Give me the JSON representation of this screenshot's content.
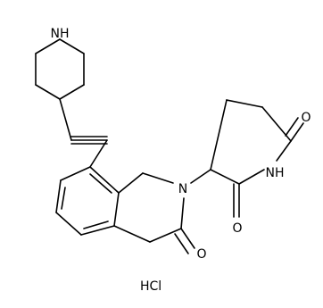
{
  "molecule": {
    "atom_labels": {
      "piperidine_nh": "NH",
      "lactam_n": "N",
      "lactam_o": "O",
      "imide_nh": "NH",
      "imide_o_top": "O",
      "imide_o_bottom": "O"
    },
    "salt": "HCl"
  }
}
